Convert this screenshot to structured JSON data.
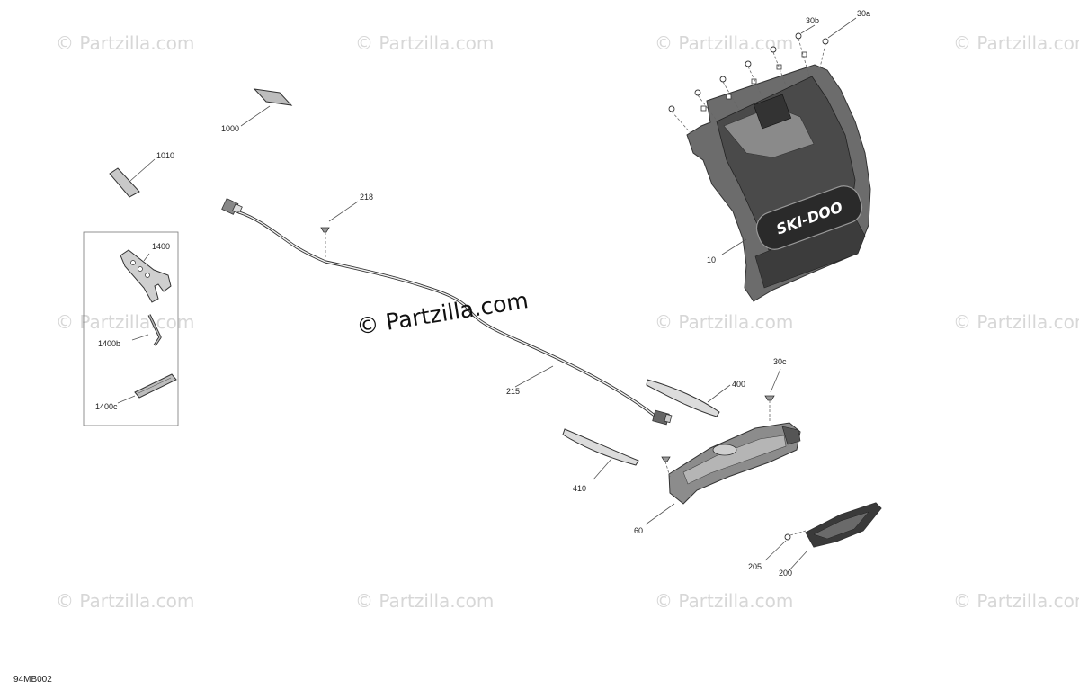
{
  "watermarks": {
    "brand": "© Partzilla.com",
    "center": "© Partzilla.com"
  },
  "callouts": {
    "p1000": "1000",
    "p1010": "1010",
    "p1400": "1400",
    "p1400b": "1400b",
    "p1400c": "1400c",
    "p218": "218",
    "p215": "215",
    "p10": "10",
    "p30a": "30a",
    "p30b": "30b",
    "p30c": "30c",
    "p400": "400",
    "p410": "410",
    "p60": "60",
    "p205": "205",
    "p200": "200"
  },
  "diagram_code": "94MB002",
  "logo_text": "SKI-DOO"
}
